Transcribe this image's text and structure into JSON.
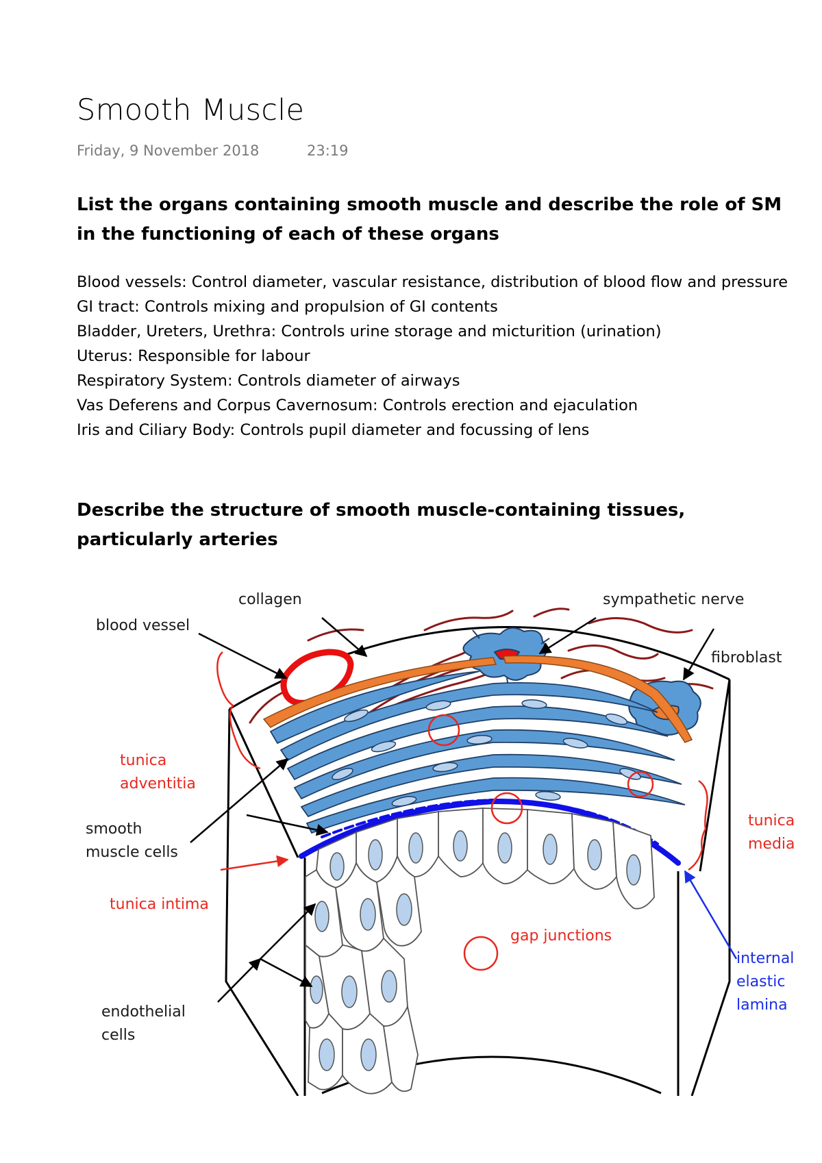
{
  "page": {
    "title": "Smooth Muscle",
    "date": "Friday, 9 November 2018",
    "time": "23:19"
  },
  "section1": {
    "heading": "List the organs containing smooth muscle and describe the role of SM in the functioning of each of these organs",
    "items": [
      "Blood vessels: Control diameter, vascular resistance, distribution of blood flow and pressure",
      "GI tract: Controls mixing and propulsion of GI contents",
      "Bladder, Ureters, Urethra: Controls urine storage and micturition (urination)",
      "Uterus: Responsible for labour",
      "Respiratory System: Controls diameter of airways",
      "Vas Deferens and Corpus Cavernosum: Controls erection and ejaculation",
      "Iris and Ciliary Body: Controls pupil diameter and focussing of lens"
    ]
  },
  "section2": {
    "heading": "Describe the structure of smooth muscle-containing tissues, particularly arteries"
  },
  "diagram": {
    "labels": {
      "collagen": "collagen",
      "sympathetic_nerve": "sympathetic nerve",
      "blood_vessel": "blood vessel",
      "fibroblast": "fibroblast",
      "tunica_adventitia_1": "tunica",
      "tunica_adventitia_2": "adventitia",
      "smooth_muscle_1": "smooth",
      "smooth_muscle_2": "muscle cells",
      "tunica_media_1": "tunica",
      "tunica_media_2": "media",
      "tunica_intima": "tunica intima",
      "gap_junctions": "gap junctions",
      "internal_elastic_1": "internal",
      "internal_elastic_2": "elastic",
      "internal_elastic_3": "lamina",
      "endothelial_1": "endothelial",
      "endothelial_2": "cells"
    },
    "colors": {
      "muscle_fill": "#5b9bd5",
      "muscle_stroke": "#1f3f66",
      "endothelial_fill": "#b8d2ee",
      "adventitia_band": "#ed7d31",
      "collagen": "#8b1a1a",
      "vessel_red": "#e81010",
      "elastic_lamina": "#1010e8",
      "label_red": "#e8281f",
      "label_blue": "#1a2ee6"
    }
  }
}
